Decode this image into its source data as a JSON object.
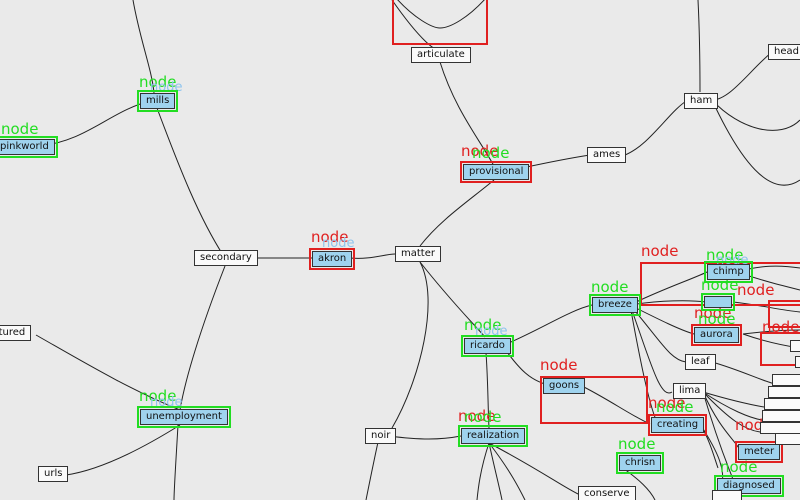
{
  "overlay_label": "node",
  "nodes": {
    "articulate": "articulate",
    "head": "head",
    "mills": "mills",
    "pinkworld": "pinkworld",
    "ham": "ham",
    "provisional": "provisional",
    "ames": "ames",
    "secondary": "secondary",
    "akron": "akron",
    "matter": "matter",
    "chimp": "chimp",
    "breeze": "breeze",
    "cultured": "cultured",
    "ricardo": "ricardo",
    "aurora": "aurora",
    "leaf": "leaf",
    "unemployment": "unemployment",
    "goons": "goons",
    "lima": "lima",
    "creating": "creating",
    "noir": "noir",
    "realization": "realization",
    "meter": "meter",
    "urls": "urls",
    "chrisn": "chrisn",
    "diagnosed": "diagnosed",
    "conserve": "conserve"
  },
  "colors": {
    "accent_green": "#22dd22",
    "accent_red": "#e02020",
    "highlight_fill": "#9fd3ee",
    "background": "#eaeaea"
  }
}
